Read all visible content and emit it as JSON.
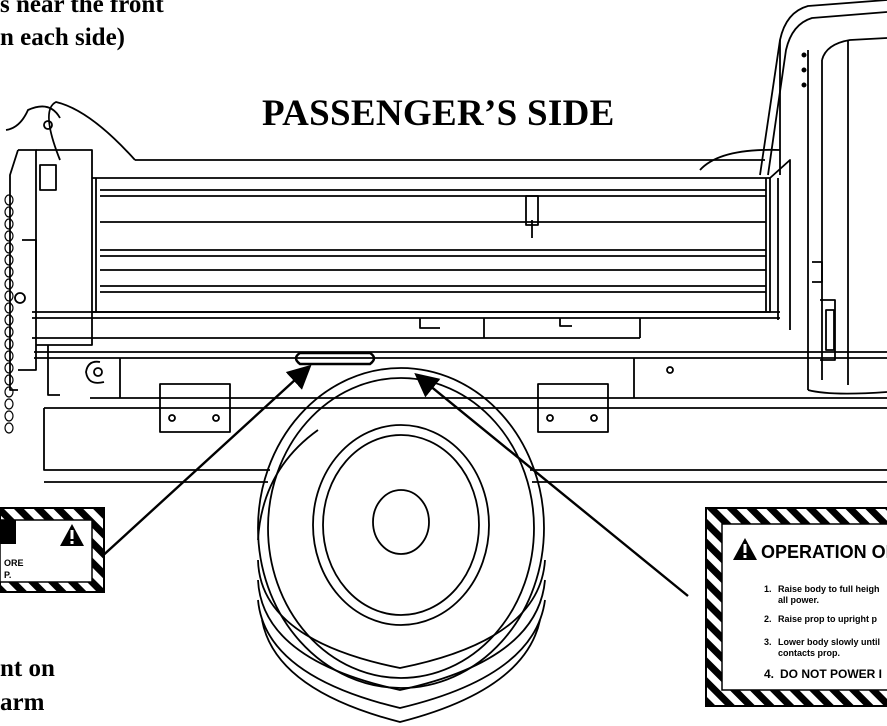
{
  "top_note": {
    "line1": "s near the front",
    "line2": "n each side)"
  },
  "side_title": "PASSENGER’S SIDE",
  "bottom_note": {
    "line1": "nt on",
    "line2": " arm"
  },
  "left_decal": {
    "text1": "ORE",
    "text2": "P."
  },
  "operation_decal": {
    "title": "OPERATION OF E",
    "steps": [
      {
        "num": "1.",
        "line1": "Raise body to full heigh",
        "line2": "all power."
      },
      {
        "num": "2.",
        "line1": "Raise prop to upright p",
        "line2": ""
      },
      {
        "num": "3.",
        "line1": "Lower body slowly until",
        "line2": "contacts prop."
      }
    ],
    "final": {
      "num": "4.",
      "text": "DO NOT POWER I"
    }
  },
  "colors": {
    "line": "#000000",
    "background": "#ffffff"
  }
}
